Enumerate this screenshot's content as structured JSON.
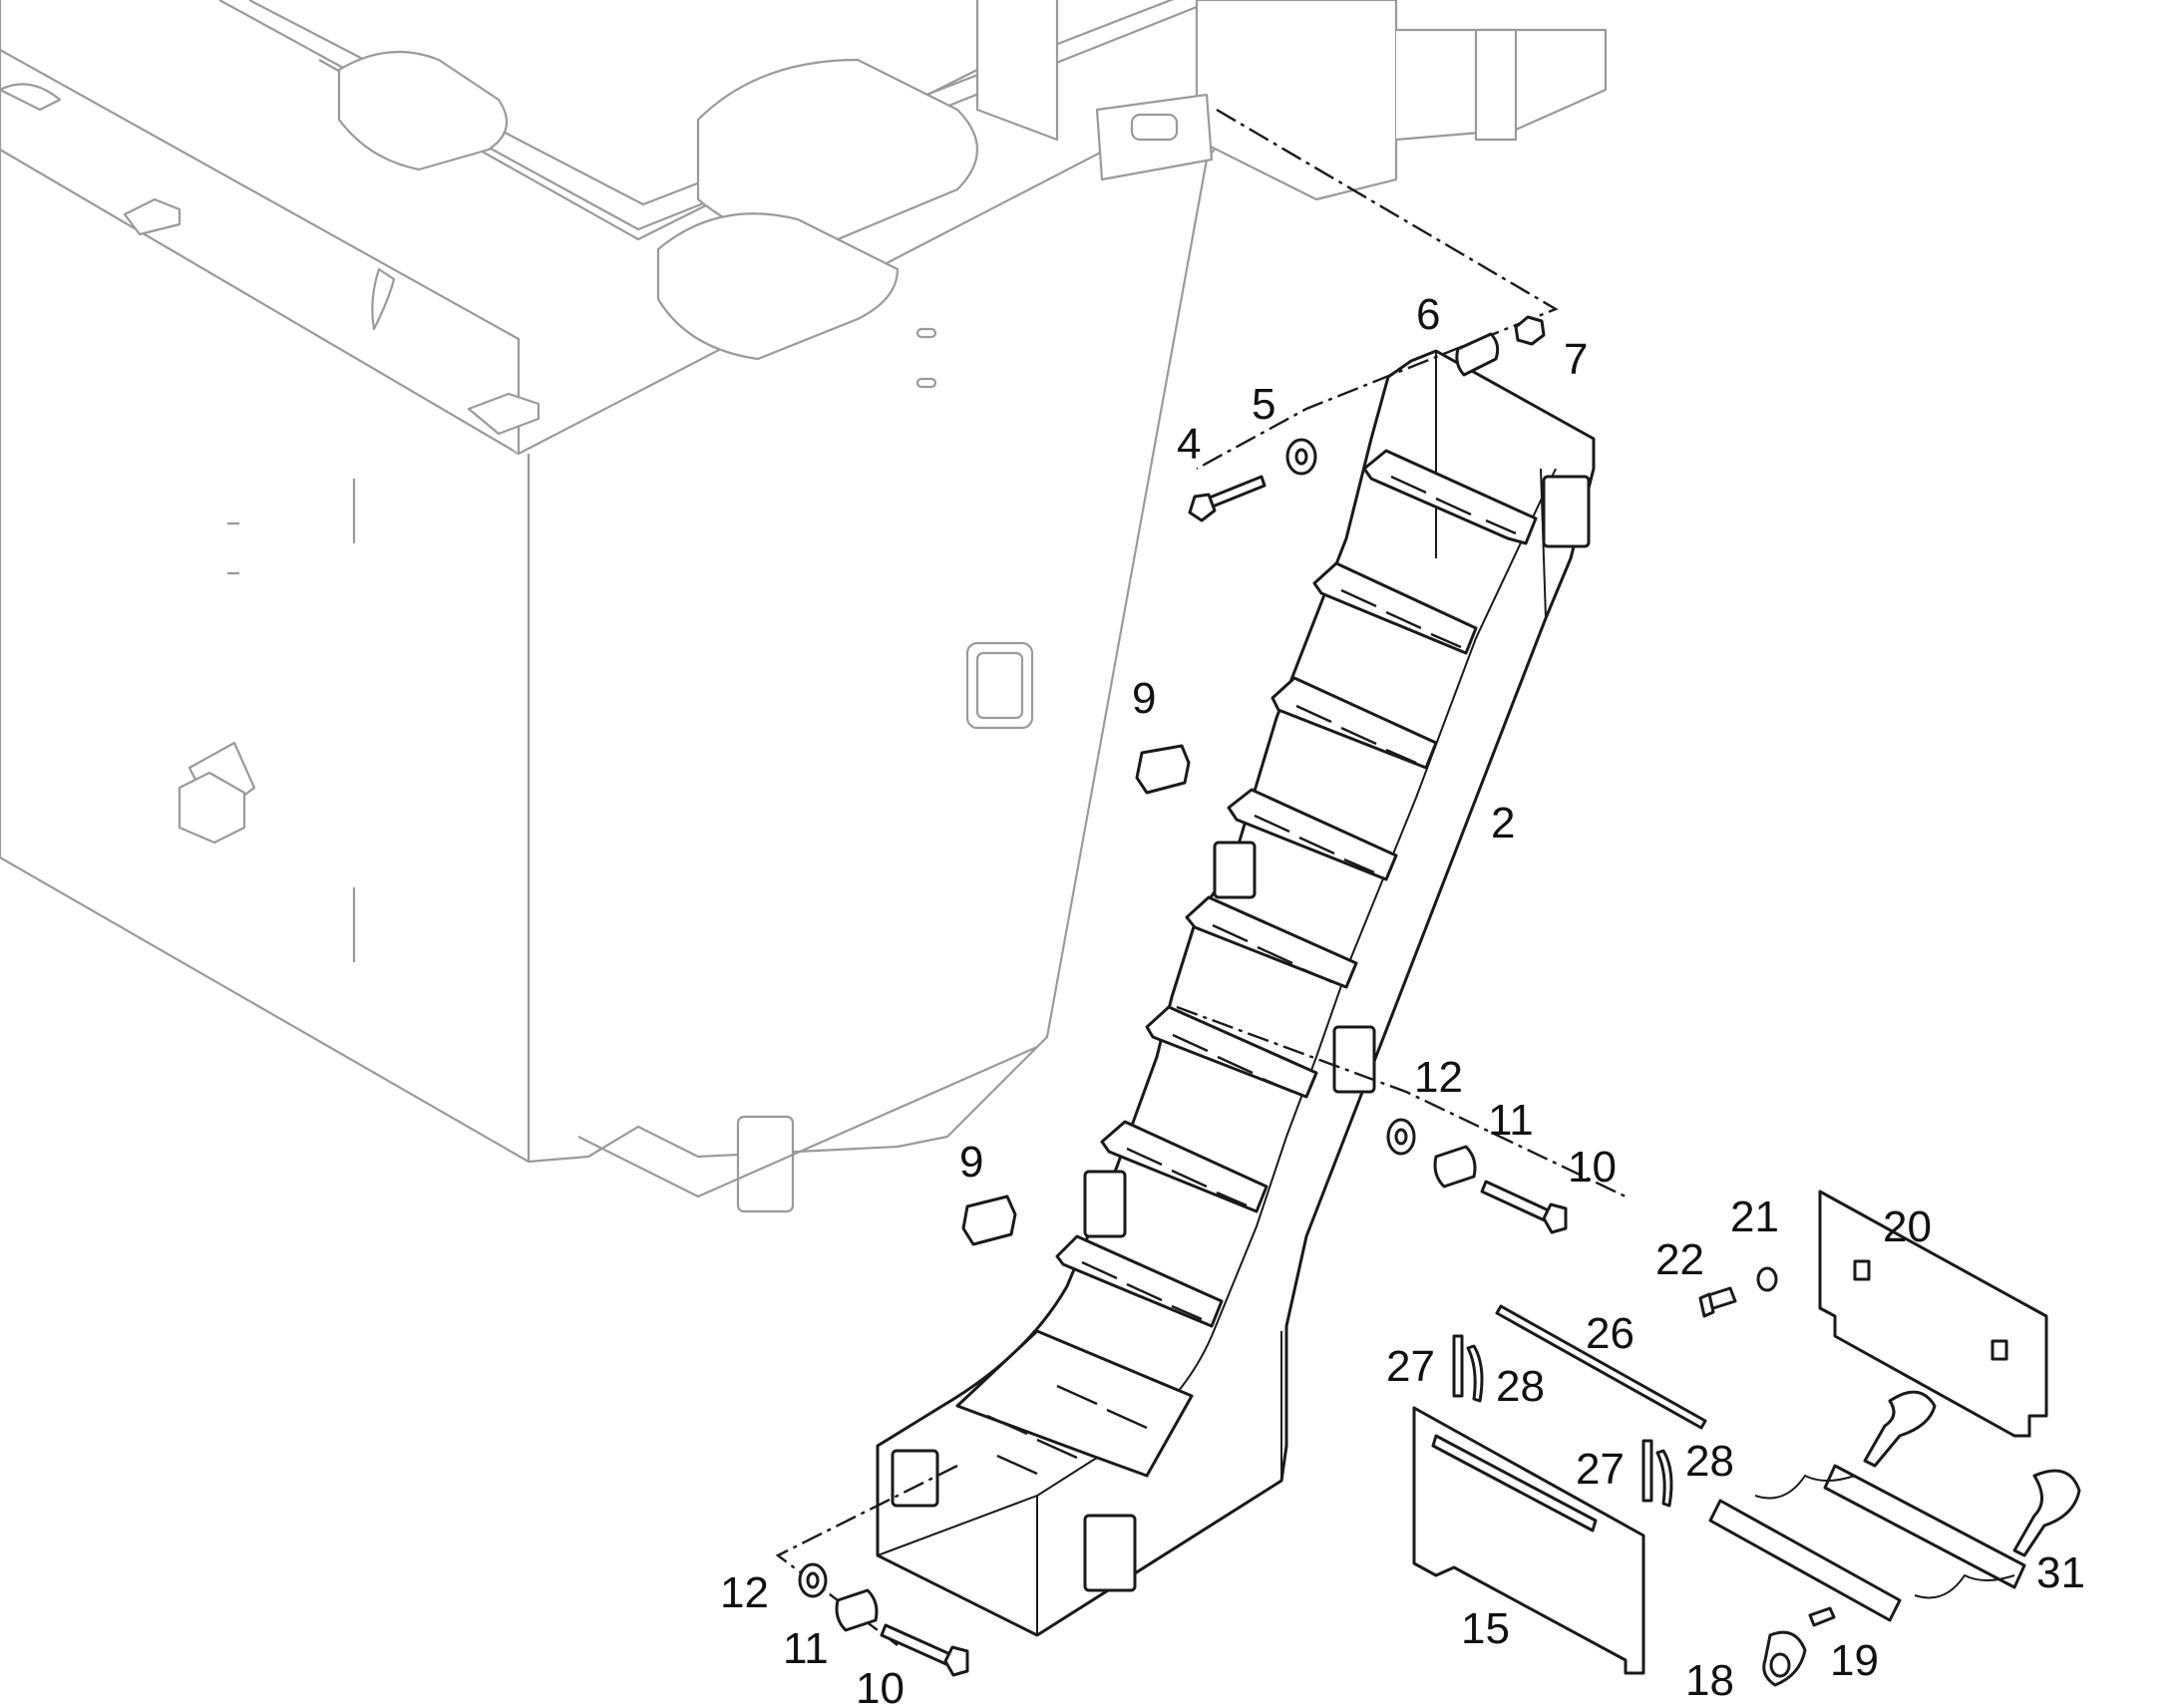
{
  "callouts": {
    "c2": "2",
    "c4": "4",
    "c5": "5",
    "c6": "6",
    "c7": "7",
    "c9a": "9",
    "c9b": "9",
    "c10a": "10",
    "c10b": "10",
    "c11a": "11",
    "c11b": "11",
    "c12a": "12",
    "c12b": "12",
    "c15": "15",
    "c18": "18",
    "c19": "19",
    "c20": "20",
    "c21": "21",
    "c22": "22",
    "c26": "26",
    "c27a": "27",
    "c27b": "27",
    "c28a": "28",
    "c28b": "28",
    "c31": "31"
  },
  "colors": {
    "line": "#1a1a1a",
    "context_line": "#9a9a9a",
    "background": "#ffffff"
  }
}
